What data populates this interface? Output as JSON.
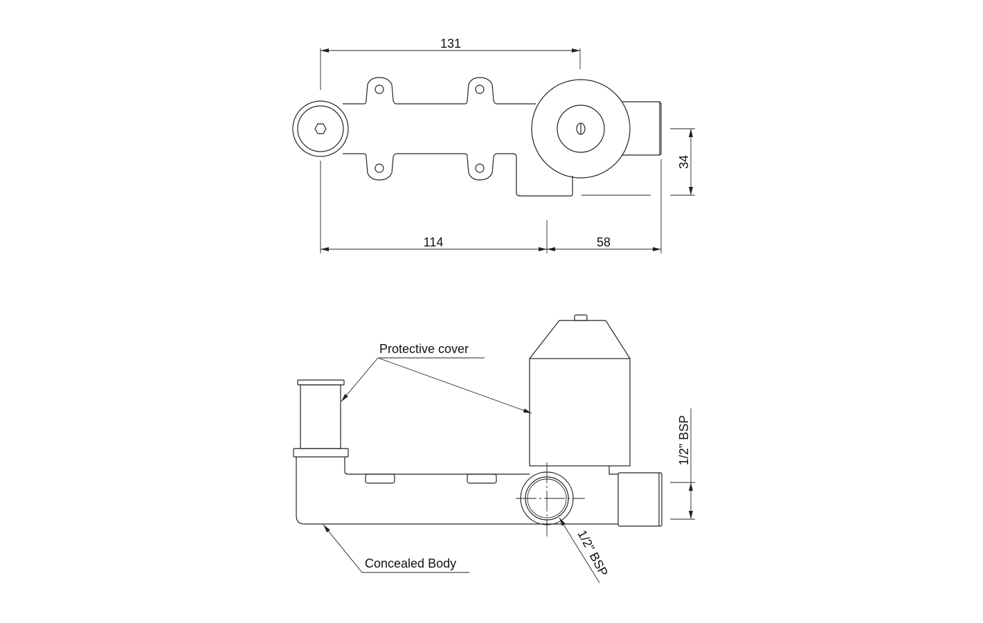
{
  "drawing": {
    "top_view": {
      "dimensions": {
        "overall_width": "131",
        "height": "34",
        "left_length": "114",
        "right_length": "58"
      }
    },
    "front_view": {
      "labels": {
        "protective_cover": "Protective cover",
        "concealed_body": "Concealed Body",
        "outlet_thread": "1/2\" BSP",
        "side_thread": "1/2\" BSP"
      }
    }
  },
  "colors": {
    "line": "#222222",
    "background": "#ffffff"
  }
}
